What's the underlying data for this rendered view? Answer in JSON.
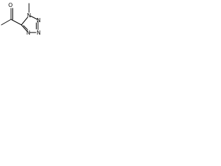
{
  "molecule": {
    "atoms": {
      "carbonyl_oxygen": "O",
      "ring_n1": "N",
      "ring_n2": "N",
      "ring_n3": "N",
      "ring_n4": "N"
    }
  },
  "colors": {
    "bond": "#000000",
    "label": "#000000",
    "background": "#ffffff"
  }
}
